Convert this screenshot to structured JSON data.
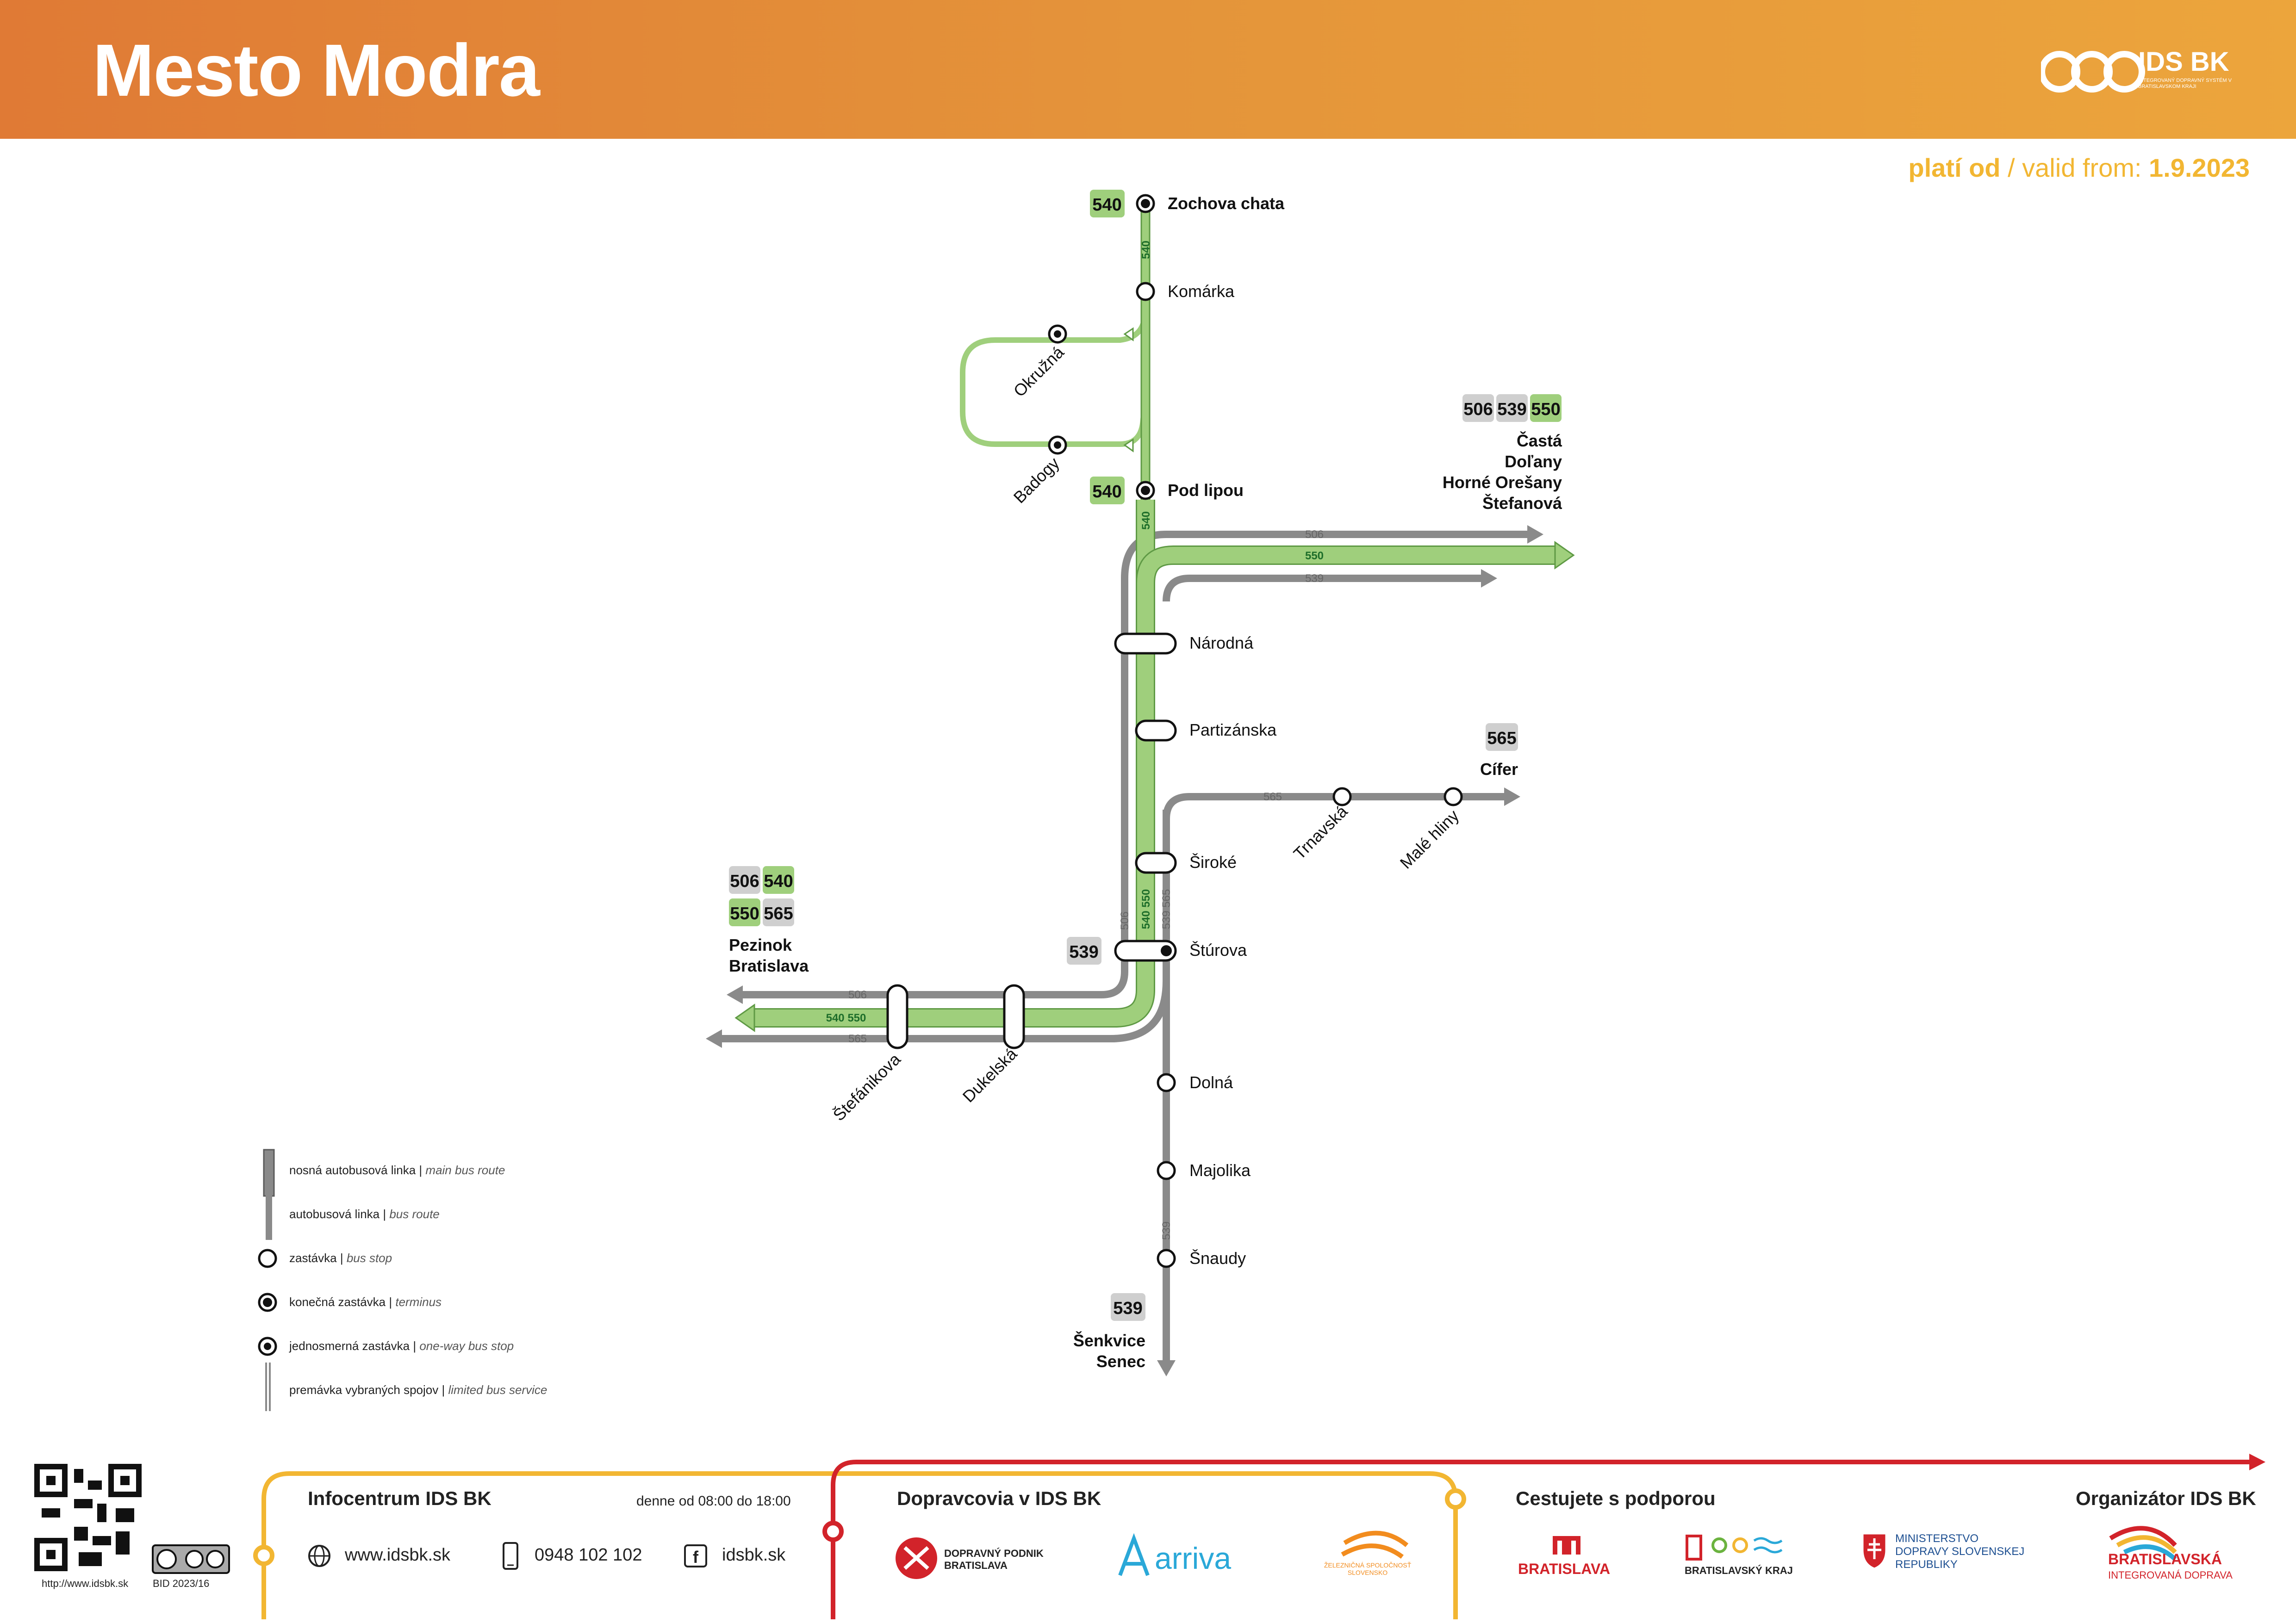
{
  "header": {
    "title": "Mesto Modra",
    "logo_text": "IDS BK",
    "logo_sub": "INTEGROVANÝ DOPRAVNÝ SYSTÉM V BRATISLAVSKOM KRAJI"
  },
  "valid": {
    "label_sk": "platí od",
    "sep": " / valid from: ",
    "date": "1.9.2023"
  },
  "colors": {
    "green": "#9fcf7c",
    "gray": "#8a8a8a",
    "yellow": "#f2b632",
    "red": "#d2232a"
  },
  "stops": {
    "zochova": "Zochova chata",
    "komarka": "Komárka",
    "okruzna": "Okružná",
    "badogy": "Badogy",
    "pod_lipou": "Pod lipou",
    "narodna": "Národná",
    "partizanska": "Partizánska",
    "siroke": "Široké",
    "sturova": "Štúrova",
    "dolna": "Dolná",
    "majolika": "Majolika",
    "snaudy": "Šnaudy",
    "trnavska": "Trnavská",
    "male_hliny": "Malé hliny",
    "stefanikova": "Štefánikova",
    "dukelska": "Dukelská"
  },
  "destinations": {
    "north_east": [
      "Častá",
      "Doľany",
      "Horné Orešany",
      "Štefanová"
    ],
    "cifer": "Cífer",
    "west": [
      "Pezinok",
      "Bratislava"
    ],
    "south": [
      "Šenkvice",
      "Senec"
    ]
  },
  "badges": {
    "b540a": "540",
    "b540b": "540",
    "ne1": "506",
    "ne2": "539",
    "ne3": "550",
    "cif": "565",
    "w1": "506",
    "w2": "540",
    "w3": "550",
    "w4": "565",
    "st539": "539",
    "s539": "539"
  },
  "line_labels": {
    "v540a": "540",
    "v540b": "540",
    "h506": "506",
    "h550": "550",
    "h539": "539",
    "h565": "565",
    "v506": "506",
    "v540550": "540 550",
    "v539565": "539 565",
    "w506": "506",
    "w540550": "540 550",
    "w565": "565",
    "s539": "539"
  },
  "legend": [
    {
      "sk": "nosná autobusová linka",
      "en": "main bus route"
    },
    {
      "sk": "autobusová linka",
      "en": "bus route"
    },
    {
      "sk": "zastávka",
      "en": "bus stop"
    },
    {
      "sk": "konečná zastávka",
      "en": "terminus"
    },
    {
      "sk": "jednosmerná zastávka",
      "en": "one-way bus stop"
    },
    {
      "sk": "premávka vybraných spojov",
      "en": "limited bus service"
    }
  ],
  "footer": {
    "qr_url": "http://www.idsbk.sk",
    "license_code": "BID 2023/16",
    "info_title": "Infocentrum IDS BK",
    "hours": "denne od 08:00 do 18:00",
    "web": "www.idsbk.sk",
    "phone": "0948 102 102",
    "fb": "idsbk.sk",
    "operators_title": "Dopravcovia v IDS BK",
    "op1": "DOPRAVNÝ PODNIK BRATISLAVA",
    "op2": "arriva",
    "op3": "ŽELEZNIČNÁ SPOLOČNOSŤ SLOVENSKO",
    "support_title": "Cestujete s podporou",
    "sup1": "BRATISLAVA",
    "sup2": "BRATISLAVSKÝ KRAJ",
    "sup3": "MINISTERSTVO DOPRAVY SLOVENSKEJ REPUBLIKY",
    "org_title": "Organizátor IDS BK",
    "org": "BRATISLAVSKÁ",
    "org_sub": "INTEGROVANÁ DOPRAVA"
  }
}
